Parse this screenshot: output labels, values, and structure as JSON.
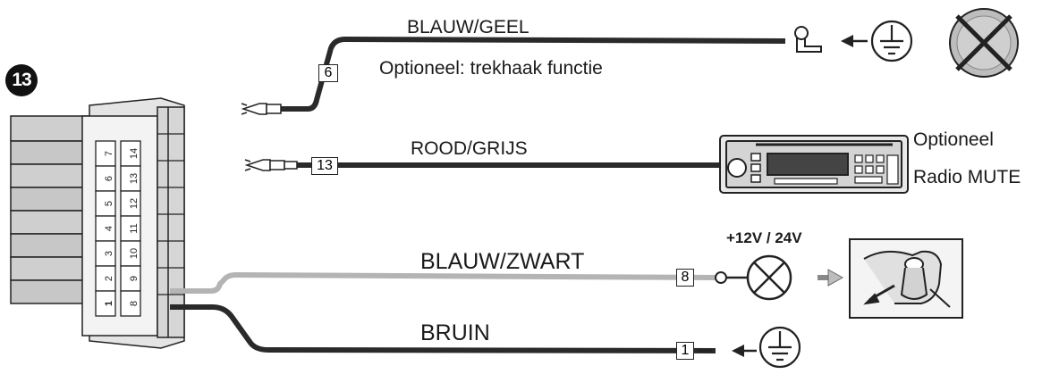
{
  "connector_number": "13",
  "wires": {
    "blauw_geel": {
      "label": "BLAUW/GEEL",
      "pin": "6",
      "note": "Optioneel: trekhaak functie"
    },
    "rood_grijs": {
      "label": "ROOD/GRIJS",
      "pin": "13"
    },
    "blauw_zwart": {
      "label": "BLAUW/ZWART",
      "pin": "8"
    },
    "bruin": {
      "label": "BRUIN",
      "pin": "1"
    }
  },
  "radio": {
    "line1": "Optioneel",
    "line2": "Radio MUTE"
  },
  "lamp": {
    "voltage": "+12V / 24V"
  },
  "connector_pins": {
    "col1": [
      "7",
      "6",
      "5",
      "4",
      "3",
      "2",
      "1"
    ],
    "col2": [
      "14",
      "13",
      "12",
      "11",
      "10",
      "9",
      "8"
    ]
  },
  "colors": {
    "wire_dark": "#2a2a2a",
    "wire_grey": "#b4b4b4",
    "line": "#222222"
  },
  "icons": [
    "connector-icon",
    "ground-icon",
    "tow-hitch-icon",
    "crossed-out-circle-icon",
    "car-radio-icon",
    "warning-lamp-icon",
    "handbrake-icon"
  ]
}
